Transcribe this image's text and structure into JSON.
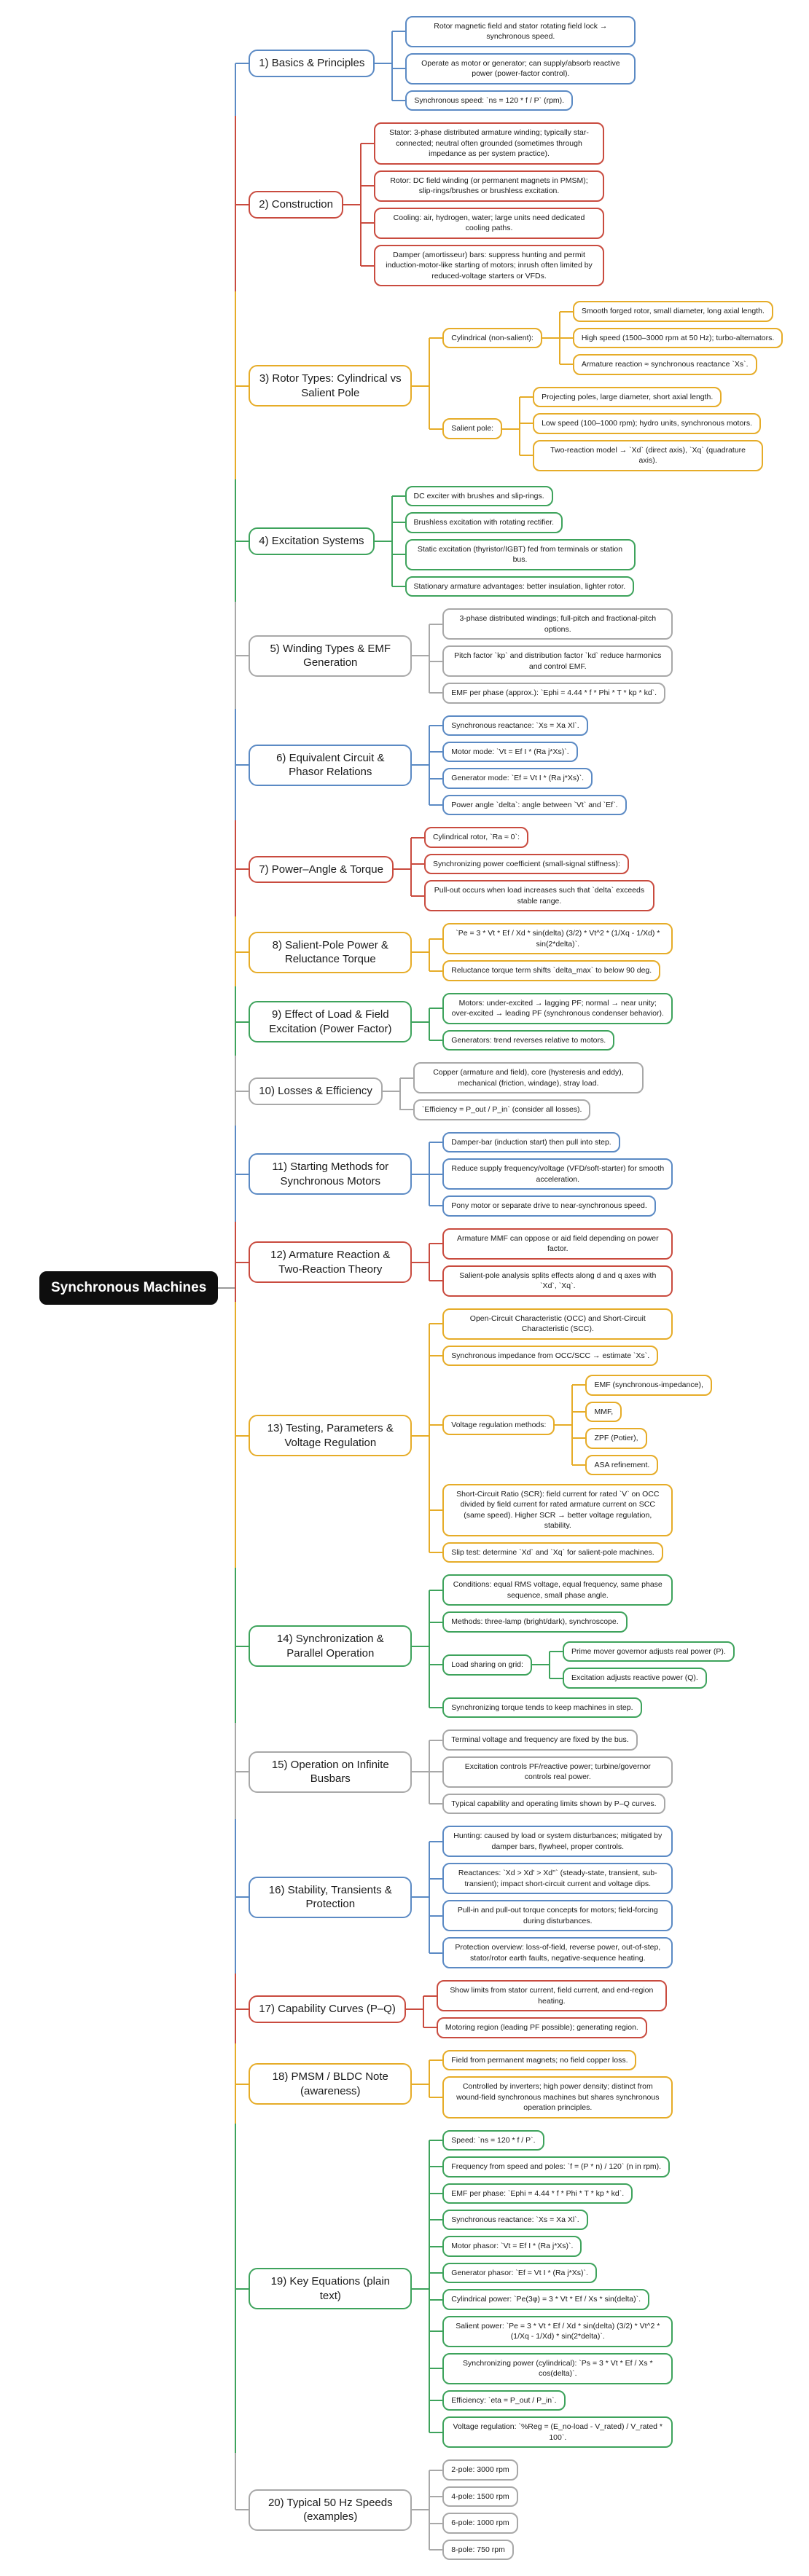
{
  "palette": {
    "blue": "#5b8ac4",
    "red": "#c94b3f",
    "yellow": "#e6ac28",
    "green": "#3ea35c",
    "gray": "#a8a8a8",
    "root_background": "#0e0e0e",
    "root_text": "#ffffff",
    "node_background": "#ffffff",
    "text": "#1a1a1a"
  },
  "root": {
    "label": "Synchronous Machines",
    "children": [
      {
        "label": "1) Basics & Principles",
        "color": "blue",
        "children": [
          {
            "label": "Rotor magnetic field and stator rotating field lock → synchronous speed."
          },
          {
            "label": "Operate as motor or generator; can supply/absorb reactive power (power-factor control)."
          },
          {
            "label": "Synchronous speed: `ns = 120 * f / P` (rpm)."
          }
        ]
      },
      {
        "label": "2) Construction",
        "color": "red",
        "children": [
          {
            "label": "Stator: 3-phase distributed armature winding; typically star-connected; neutral often grounded (sometimes through impedance as per system practice)."
          },
          {
            "label": "Rotor: DC field winding (or permanent magnets in PMSM); slip-rings/brushes or brushless excitation."
          },
          {
            "label": "Cooling: air, hydrogen, water; large units need dedicated cooling paths."
          },
          {
            "label": "Damper (amortisseur) bars: suppress hunting and permit induction-motor-like starting of motors; inrush often limited by reduced-voltage starters or VFDs."
          }
        ]
      },
      {
        "label": "3) Rotor Types: Cylindrical vs Salient Pole",
        "color": "yellow",
        "children": [
          {
            "label": "Cylindrical (non-salient):",
            "children": [
              {
                "label": "Smooth forged rotor, small diameter, long axial length."
              },
              {
                "label": "High speed (1500–3000 rpm at 50 Hz); turbo-alternators."
              },
              {
                "label": "Armature reaction ≈ synchronous reactance `Xs`."
              }
            ]
          },
          {
            "label": "Salient pole:",
            "children": [
              {
                "label": "Projecting poles, large diameter, short axial length."
              },
              {
                "label": "Low speed (100–1000 rpm); hydro units, synchronous motors."
              },
              {
                "label": "Two-reaction model → `Xd` (direct axis), `Xq` (quadrature axis)."
              }
            ]
          }
        ]
      },
      {
        "label": "4) Excitation Systems",
        "color": "green",
        "children": [
          {
            "label": "DC exciter with brushes and slip-rings."
          },
          {
            "label": "Brushless excitation with rotating rectifier."
          },
          {
            "label": "Static excitation (thyristor/IGBT) fed from terminals or station bus."
          },
          {
            "label": "Stationary armature advantages: better insulation, lighter rotor."
          }
        ]
      },
      {
        "label": "5) Winding Types & EMF Generation",
        "color": "gray",
        "children": [
          {
            "label": "3-phase distributed windings; full-pitch and fractional-pitch options."
          },
          {
            "label": "Pitch factor `kp` and distribution factor `kd` reduce harmonics and control EMF."
          },
          {
            "label": "EMF per phase (approx.): `Ephi = 4.44 * f * Phi * T * kp * kd`."
          }
        ]
      },
      {
        "label": "6) Equivalent Circuit & Phasor Relations",
        "color": "blue",
        "children": [
          {
            "label": "Synchronous reactance: `Xs = Xa Xl`."
          },
          {
            "label": "Motor mode: `Vt = Ef I * (Ra j*Xs)`."
          },
          {
            "label": "Generator mode: `Ef = Vt I * (Ra j*Xs)`."
          },
          {
            "label": "Power angle `delta`: angle between `Vt` and `Ef`."
          }
        ]
      },
      {
        "label": "7) Power–Angle & Torque",
        "color": "red",
        "children": [
          {
            "label": "Cylindrical rotor, `Ra ≈ 0`:"
          },
          {
            "label": "Synchronizing power coefficient (small-signal stiffness):"
          },
          {
            "label": "Pull-out occurs when load increases such that `delta` exceeds stable range."
          }
        ]
      },
      {
        "label": "8) Salient-Pole Power & Reluctance Torque",
        "color": "yellow",
        "children": [
          {
            "label": "`Pe = 3 * Vt * Ef / Xd * sin(delta) (3/2) * Vt^2 * (1/Xq - 1/Xd) * sin(2*delta)`."
          },
          {
            "label": "Reluctance torque term shifts `delta_max` to below 90 deg."
          }
        ]
      },
      {
        "label": "9) Effect of Load & Field Excitation (Power Factor)",
        "color": "green",
        "children": [
          {
            "label": "Motors: under-excited → lagging PF; normal → near unity; over-excited → leading PF (synchronous condenser behavior)."
          },
          {
            "label": "Generators: trend reverses relative to motors."
          }
        ]
      },
      {
        "label": "10) Losses & Efficiency",
        "color": "gray",
        "children": [
          {
            "label": "Copper (armature and field), core (hysteresis and eddy), mechanical (friction, windage), stray load."
          },
          {
            "label": "`Efficiency = P_out / P_in` (consider all losses)."
          }
        ]
      },
      {
        "label": "11) Starting Methods for Synchronous Motors",
        "color": "blue",
        "children": [
          {
            "label": "Damper-bar (induction start) then pull into step."
          },
          {
            "label": "Reduce supply frequency/voltage (VFD/soft-starter) for smooth acceleration."
          },
          {
            "label": "Pony motor or separate drive to near-synchronous speed."
          }
        ]
      },
      {
        "label": "12) Armature Reaction & Two-Reaction Theory",
        "color": "red",
        "children": [
          {
            "label": "Armature MMF can oppose or aid field depending on power factor."
          },
          {
            "label": "Salient-pole analysis splits effects along d and q axes with `Xd`, `Xq`."
          }
        ]
      },
      {
        "label": "13) Testing, Parameters & Voltage Regulation",
        "color": "yellow",
        "children": [
          {
            "label": "Open-Circuit Characteristic (OCC) and Short-Circuit Characteristic (SCC)."
          },
          {
            "label": "Synchronous impedance from OCC/SCC → estimate `Xs`."
          },
          {
            "label": "Voltage regulation methods:",
            "children": [
              {
                "label": "EMF (synchronous-impedance),"
              },
              {
                "label": "MMF,"
              },
              {
                "label": "ZPF (Potier),"
              },
              {
                "label": "ASA refinement."
              }
            ]
          },
          {
            "label": "Short-Circuit Ratio (SCR): field current for rated `V` on OCC divided by field current for rated armature current on SCC (same speed). Higher SCR → better voltage regulation, stability."
          },
          {
            "label": "Slip test: determine `Xd` and `Xq` for salient-pole machines."
          }
        ]
      },
      {
        "label": "14) Synchronization & Parallel Operation",
        "color": "green",
        "children": [
          {
            "label": "Conditions: equal RMS voltage, equal frequency, same phase sequence, small phase angle."
          },
          {
            "label": "Methods: three-lamp (bright/dark), synchroscope."
          },
          {
            "label": "Load sharing on grid:",
            "children": [
              {
                "label": "Prime mover governor adjusts real power (P)."
              },
              {
                "label": "Excitation adjusts reactive power (Q)."
              }
            ]
          },
          {
            "label": "Synchronizing torque tends to keep machines in step."
          }
        ]
      },
      {
        "label": "15) Operation on Infinite Busbars",
        "color": "gray",
        "children": [
          {
            "label": "Terminal voltage and frequency are fixed by the bus."
          },
          {
            "label": "Excitation controls PF/reactive power; turbine/governor controls real power."
          },
          {
            "label": "Typical capability and operating limits shown by P–Q curves."
          }
        ]
      },
      {
        "label": "16) Stability, Transients & Protection",
        "color": "blue",
        "children": [
          {
            "label": "Hunting: caused by load or system disturbances; mitigated by damper bars, flywheel, proper controls."
          },
          {
            "label": "Reactances: `Xd > Xd' > Xd''` (steady-state, transient, sub-transient); impact short-circuit current and voltage dips."
          },
          {
            "label": "Pull-in and pull-out torque concepts for motors; field-forcing during disturbances."
          },
          {
            "label": "Protection overview: loss-of-field, reverse power, out-of-step, stator/rotor earth faults, negative-sequence heating."
          }
        ]
      },
      {
        "label": "17) Capability Curves (P–Q)",
        "color": "red",
        "children": [
          {
            "label": "Show limits from stator current, field current, and end-region heating."
          },
          {
            "label": "Motoring region (leading PF possible); generating region."
          }
        ]
      },
      {
        "label": "18) PMSM / BLDC Note (awareness)",
        "color": "yellow",
        "children": [
          {
            "label": "Field from permanent magnets; no field copper loss."
          },
          {
            "label": "Controlled by inverters; high power density; distinct from wound-field synchronous machines but shares synchronous operation principles."
          }
        ]
      },
      {
        "label": "19) Key Equations (plain text)",
        "color": "green",
        "children": [
          {
            "label": "Speed: `ns = 120 * f / P`."
          },
          {
            "label": "Frequency from speed and poles: `f = (P * n) / 120` (n in rpm)."
          },
          {
            "label": "EMF per phase: `Ephi = 4.44 * f * Phi * T * kp * kd`."
          },
          {
            "label": "Synchronous reactance: `Xs = Xa Xl`."
          },
          {
            "label": "Motor phasor: `Vt = Ef I * (Ra j*Xs)`."
          },
          {
            "label": "Generator phasor: `Ef = Vt I * (Ra j*Xs)`."
          },
          {
            "label": "Cylindrical power: `Pe(3φ) = 3 * Vt * Ef / Xs * sin(delta)`."
          },
          {
            "label": "Salient power: `Pe = 3 * Vt * Ef / Xd * sin(delta) (3/2) * Vt^2 * (1/Xq - 1/Xd) * sin(2*delta)`."
          },
          {
            "label": "Synchronizing power (cylindrical): `Ps = 3 * Vt * Ef / Xs * cos(delta)`."
          },
          {
            "label": "Efficiency: `eta = P_out / P_in`."
          },
          {
            "label": "Voltage regulation: `%Reg = (E_no-load - V_rated) / V_rated * 100`."
          }
        ]
      },
      {
        "label": "20) Typical 50 Hz Speeds (examples)",
        "color": "gray",
        "children": [
          {
            "label": "2-pole: 3000 rpm"
          },
          {
            "label": "4-pole: 1500 rpm"
          },
          {
            "label": "6-pole: 1000 rpm"
          },
          {
            "label": "8-pole: 750 rpm"
          }
        ]
      }
    ]
  }
}
